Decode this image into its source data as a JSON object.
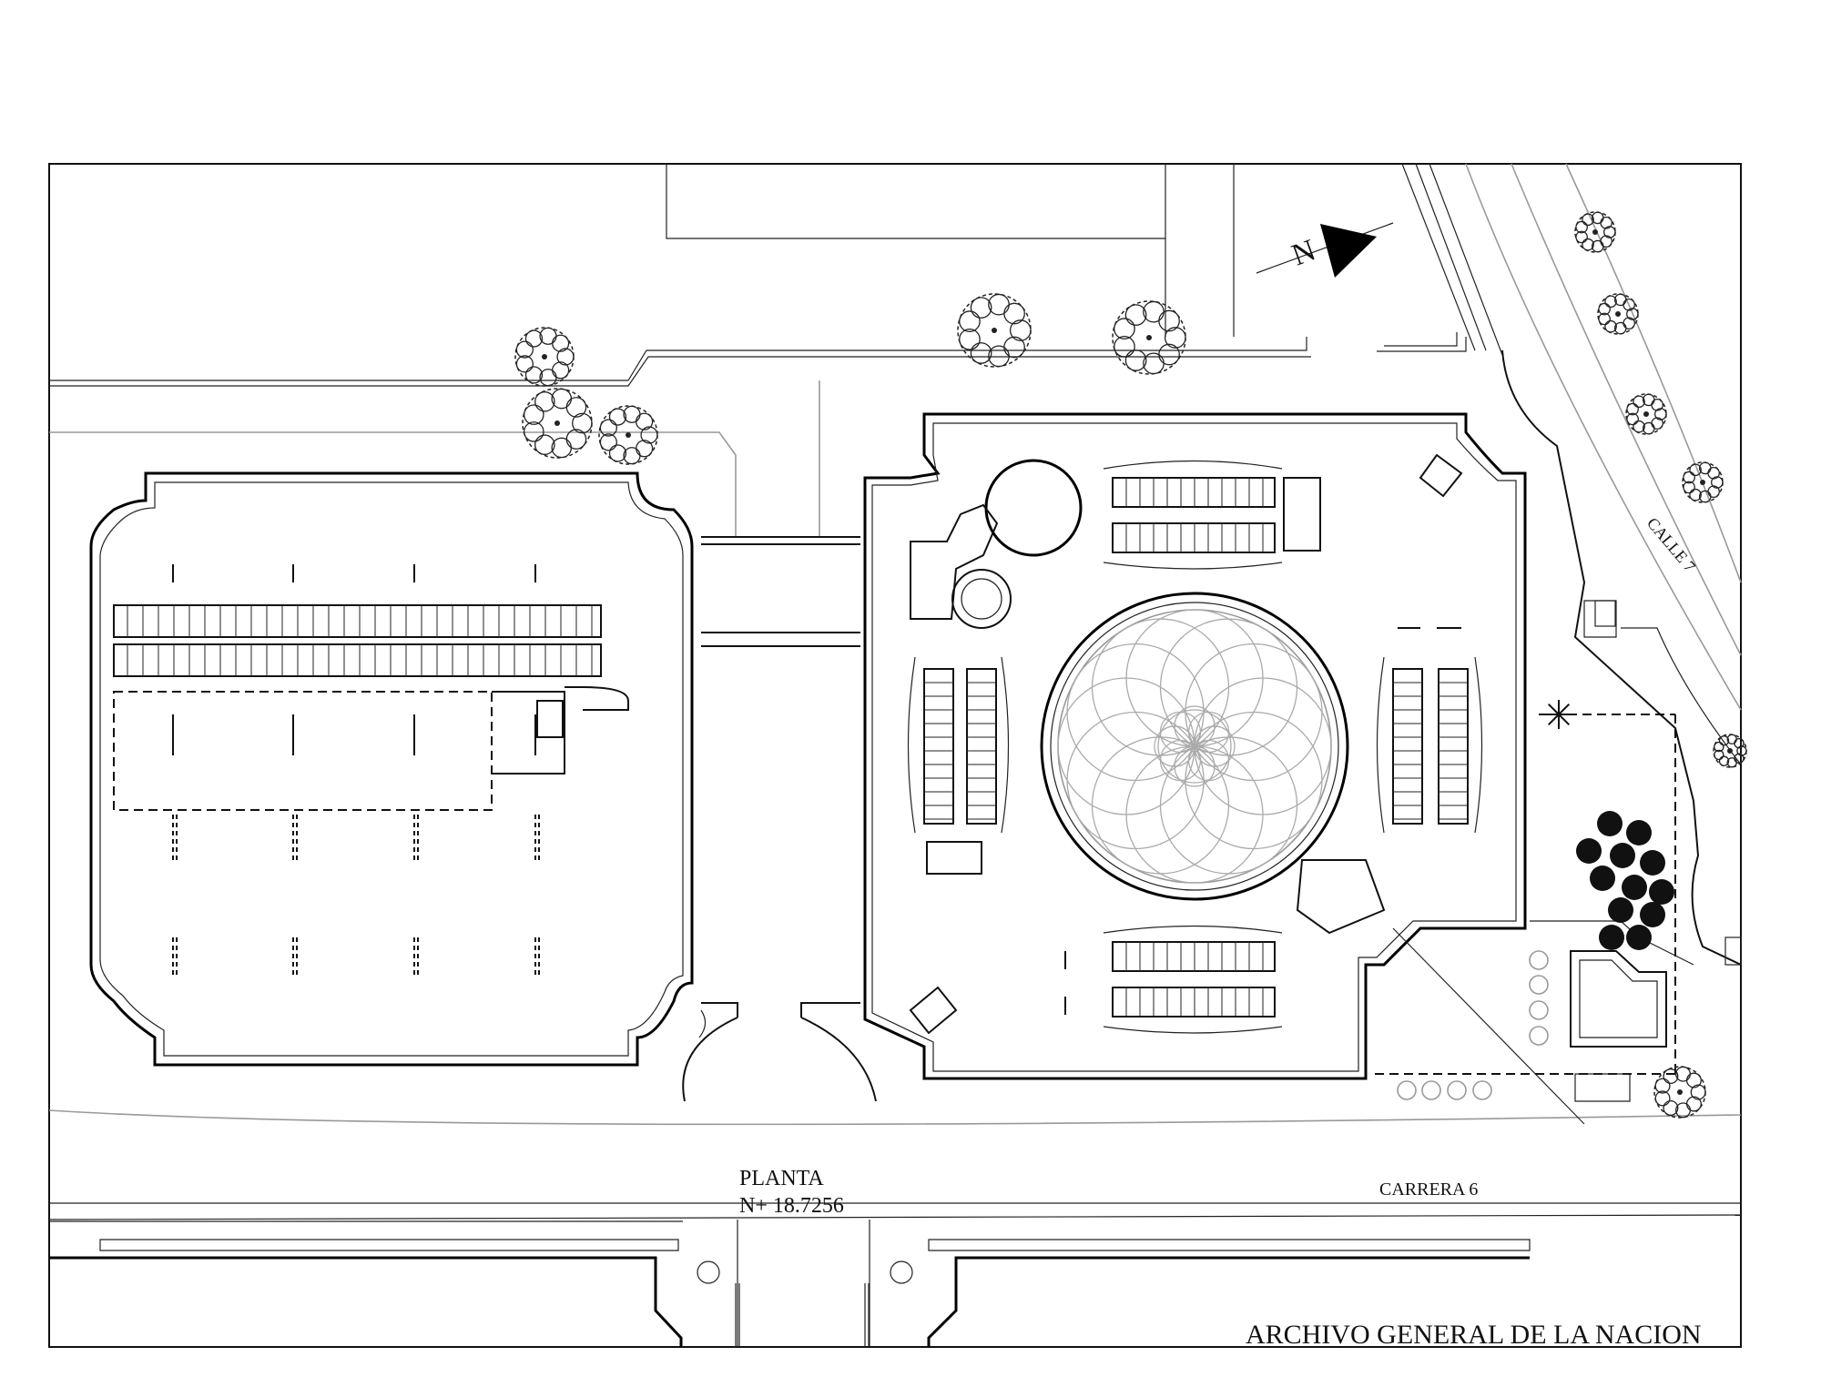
{
  "drawing": {
    "title": "ARCHIVO GENERAL DE LA NACION",
    "plan_label": "PLANTA",
    "level_label": "N+ 18.7256",
    "north_label": "N"
  },
  "streets": {
    "east": "CALLE 7",
    "south": "CARRERA 6"
  },
  "colors": {
    "line": "#111111",
    "light_line": "#999999",
    "background": "#ffffff"
  }
}
